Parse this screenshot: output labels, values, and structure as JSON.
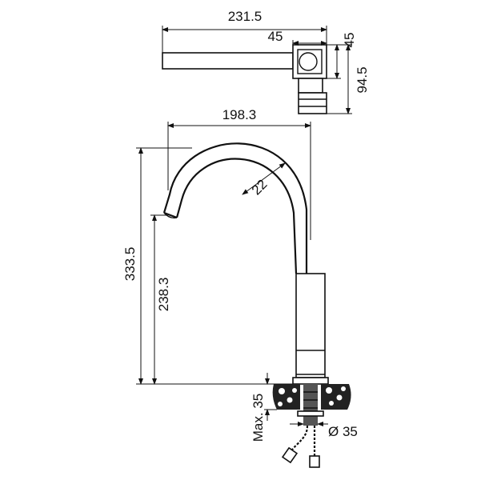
{
  "dimensions": {
    "top_width": "231.5",
    "top_offset": "45",
    "top_height": "45",
    "top_depth": "94.5",
    "spout_reach": "198.3",
    "spout_diameter": "22",
    "total_height": "333.5",
    "spout_height": "238.3",
    "max_thickness": "Max. 35",
    "hole_diameter": "Ø 35"
  }
}
